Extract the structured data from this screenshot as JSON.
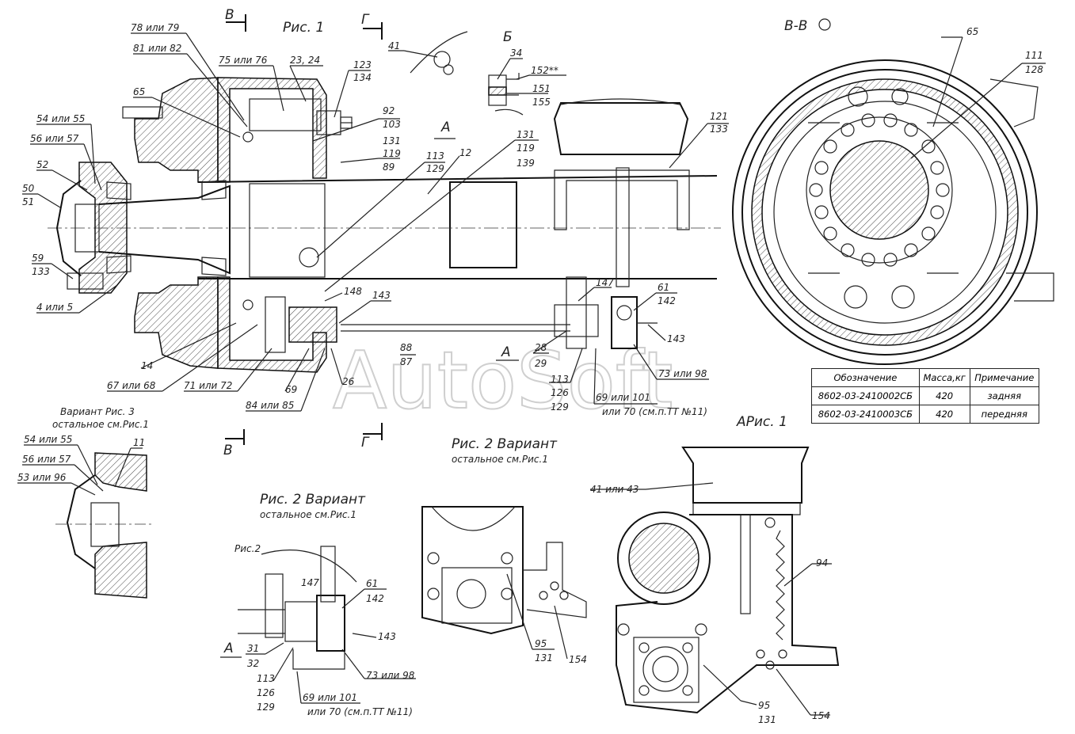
{
  "watermark": "AutoSoft",
  "titles": {
    "fig1": "Рис. 1",
    "section_bb": "В-В",
    "view_b": "Б",
    "variant3": "Вариант Рис. 3",
    "variant3_sub": "остальное см.Рис.1",
    "fig2a": "Рис. 2 Вариант",
    "fig2a_sub": "остальное см.Рис.1",
    "fig2b": "Рис. 2 Вариант",
    "fig2b_sub": "остальное см.Рис.1",
    "view_a": "АРис. 1",
    "fig2_small": "Рис.2"
  },
  "section_marks": {
    "v_top": "В",
    "g_top": "Г",
    "v_bot": "В",
    "g_bot": "Г",
    "a1": "А",
    "a2": "А",
    "a3": "А"
  },
  "labels_fig1": {
    "l78": "78 или 79",
    "l81": "81 или 82",
    "l75": "75 или 76",
    "l23": "23, 24",
    "l65": "65",
    "l54": "54 или 55",
    "l56": "56 или 57",
    "l52": "52",
    "l50": "50",
    "l51": "51",
    "l59": "59",
    "l133": "133",
    "l4": "4 или 5",
    "l14": "14",
    "l67": "67 или 68",
    "l71": "71 или 72",
    "l69": "69",
    "l84": "84 или 85",
    "l26": "26",
    "l123": "123",
    "l134": "134",
    "l92": "92",
    "l103": "103",
    "l131": "131",
    "l119": "119",
    "l89": "89",
    "l113": "113",
    "l129": "129",
    "l12": "12",
    "l131b": "131",
    "l119b": "119",
    "l139": "139",
    "l41": "41",
    "l34": "34",
    "l152": "152**",
    "l151": "151",
    "l155": "155",
    "l121": "121",
    "l133b": "133",
    "l148": "148",
    "l143": "143",
    "l88": "88",
    "l87": "87",
    "l28": "28",
    "l29": "29",
    "l147": "147",
    "l61": "61",
    "l142": "142",
    "l143b": "143",
    "l73": "73 или 98",
    "l113b": "113",
    "l126": "126",
    "l129b": "129",
    "l69b": "69 или 101",
    "l70": "или 70 (см.п.ТТ №11)"
  },
  "labels_bb": {
    "l65": "65",
    "l111": "111",
    "l128": "128"
  },
  "labels_var3": {
    "l54": "54 или 55",
    "l56": "56 или 57",
    "l53": "53 или 96",
    "l11": "11"
  },
  "labels_fig2b": {
    "l147": "147",
    "l61": "61",
    "l142": "142",
    "l143": "143",
    "l31": "31",
    "l32": "32",
    "l113": "113",
    "l126": "126",
    "l129": "129",
    "l73": "73 или 98",
    "l69": "69 или 101",
    "l70": "или 70 (см.п.ТТ №11)"
  },
  "labels_fig2a": {
    "l95": "95",
    "l131": "131",
    "l154": "154"
  },
  "labels_viewa": {
    "l41": "41 или 43",
    "l94": "94",
    "l95": "95",
    "l131": "131",
    "l154": "154"
  },
  "table": {
    "headers": [
      "Обозначение",
      "Масса,кг",
      "Примечание"
    ],
    "rows": [
      [
        "8602-03-2410002СБ",
        "420",
        "задняя"
      ],
      [
        "8602-03-2410003СБ",
        "420",
        "передняя"
      ]
    ]
  }
}
